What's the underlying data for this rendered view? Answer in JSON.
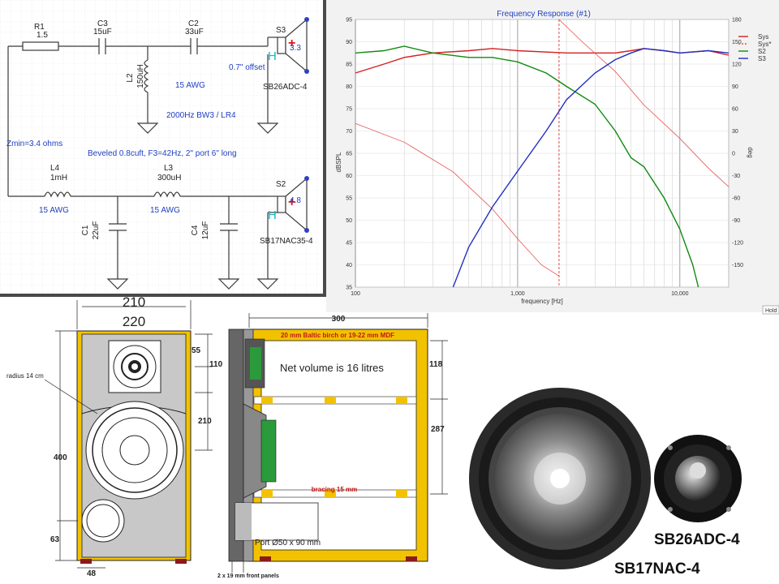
{
  "schematic": {
    "r1": {
      "name": "R1",
      "value": "1.5"
    },
    "c3": {
      "name": "C3",
      "value": "15uF"
    },
    "c2": {
      "name": "C2",
      "value": "33uF"
    },
    "s3": {
      "name": "S3",
      "value": "3.3",
      "model": "SB26ADC-4",
      "offset": "0.7\" offset"
    },
    "l2": {
      "name": "L2",
      "value": "150uH",
      "awg": "15 AWG"
    },
    "crossover_note": "2000Hz  BW3 / LR4",
    "zmin": "Zmin=3.4 ohms",
    "box_note": "Beveled 0.8cuft, F3=42Hz, 2\" port  6\" long",
    "l4": {
      "name": "L4",
      "value": "1mH",
      "awg": "15 AWG"
    },
    "l3": {
      "name": "L3",
      "value": "300uH",
      "awg": "15 AWG"
    },
    "c1": {
      "name": "C1",
      "value": "22uF"
    },
    "c4": {
      "name": "C4",
      "value": "12uF"
    },
    "s2": {
      "name": "S2",
      "value": "4.8",
      "model": "SB17NAC35-4"
    },
    "h_label": "H"
  },
  "chart_data": {
    "type": "line",
    "title": "Frequency Response (#1)",
    "xlabel": "frequency [Hz]",
    "ylabel": "dBSPL",
    "y2label": "deg",
    "xscale": "log",
    "xlim": [
      100,
      20000
    ],
    "ylim": [
      35,
      95
    ],
    "y2lim": [
      -180,
      180
    ],
    "x_tick_labels": [
      "100",
      "1,000",
      "10,000"
    ],
    "y_ticks": [
      "95",
      "90",
      "85",
      "80",
      "75",
      "70",
      "65",
      "60",
      "55",
      "50",
      "45",
      "40",
      "35"
    ],
    "y2_ticks": [
      "180",
      "150",
      "120",
      "90",
      "60",
      "30",
      "0",
      "-30",
      "-60",
      "-90",
      "-120",
      "-150"
    ],
    "grid": true,
    "legend_position": "top-right",
    "marker_x": 1800,
    "hold_label": "Hold",
    "series": [
      {
        "name": "Sys",
        "color": "#d42020",
        "axis": "left",
        "points": [
          [
            100,
            83
          ],
          [
            150,
            85
          ],
          [
            200,
            86.5
          ],
          [
            300,
            87.5
          ],
          [
            500,
            88
          ],
          [
            700,
            88.5
          ],
          [
            1000,
            88
          ],
          [
            2000,
            87.5
          ],
          [
            3000,
            87.5
          ],
          [
            4000,
            87.5
          ],
          [
            5000,
            88
          ],
          [
            6000,
            88.5
          ],
          [
            8000,
            88
          ],
          [
            10000,
            87.5
          ],
          [
            15000,
            88
          ],
          [
            20000,
            87
          ]
        ]
      },
      {
        "name": "Sys*",
        "color": "#e85050",
        "axis": "right",
        "dashed": true,
        "points": [
          [
            100,
            40
          ],
          [
            200,
            15
          ],
          [
            400,
            -25
          ],
          [
            700,
            -75
          ],
          [
            1000,
            -115
          ],
          [
            1400,
            -150
          ],
          [
            1800,
            -165
          ],
          [
            1800,
            180
          ],
          [
            2500,
            150
          ],
          [
            4000,
            110
          ],
          [
            6000,
            65
          ],
          [
            10000,
            20
          ],
          [
            15000,
            -20
          ],
          [
            20000,
            -45
          ]
        ]
      },
      {
        "name": "S2",
        "color": "#108a10",
        "axis": "left",
        "points": [
          [
            100,
            87.5
          ],
          [
            150,
            88
          ],
          [
            200,
            89
          ],
          [
            300,
            87.5
          ],
          [
            500,
            86.5
          ],
          [
            700,
            86.5
          ],
          [
            1000,
            85.5
          ],
          [
            1500,
            83
          ],
          [
            2000,
            80
          ],
          [
            3000,
            76
          ],
          [
            4000,
            70
          ],
          [
            5000,
            64
          ],
          [
            6000,
            62
          ],
          [
            8000,
            55
          ],
          [
            10000,
            48
          ],
          [
            12000,
            40
          ],
          [
            13000,
            35
          ]
        ]
      },
      {
        "name": "S3",
        "color": "#2030c0",
        "axis": "left",
        "points": [
          [
            400,
            35
          ],
          [
            500,
            44
          ],
          [
            700,
            53
          ],
          [
            1000,
            61
          ],
          [
            1500,
            70
          ],
          [
            2000,
            77
          ],
          [
            3000,
            83
          ],
          [
            4000,
            86
          ],
          [
            5000,
            87.5
          ],
          [
            6000,
            88.5
          ],
          [
            8000,
            88
          ],
          [
            10000,
            87.5
          ],
          [
            15000,
            88
          ],
          [
            20000,
            87.5
          ]
        ]
      }
    ]
  },
  "cabinet": {
    "front": {
      "width_top1": "210",
      "width_top2": "220",
      "height": "400",
      "tweeter_offset": "55",
      "tweeter_span": "110",
      "woofer_span": "210",
      "port_height": "63",
      "bottom": "48",
      "radius": "radius 14 cm"
    },
    "side": {
      "depth": "300",
      "material": "20 mm Baltic birch or 19-22 mm MDF",
      "upper": "118",
      "lower": "287",
      "volume": "Net volume is 16 litres",
      "bracing": "bracing 15 mm",
      "port": "Port Ø50 x 90 mm",
      "panels": "2 x 19 mm front panels"
    }
  },
  "photos": {
    "woofer_label": "SB17NAC-4",
    "tweeter_label": "SB26ADC-4"
  }
}
